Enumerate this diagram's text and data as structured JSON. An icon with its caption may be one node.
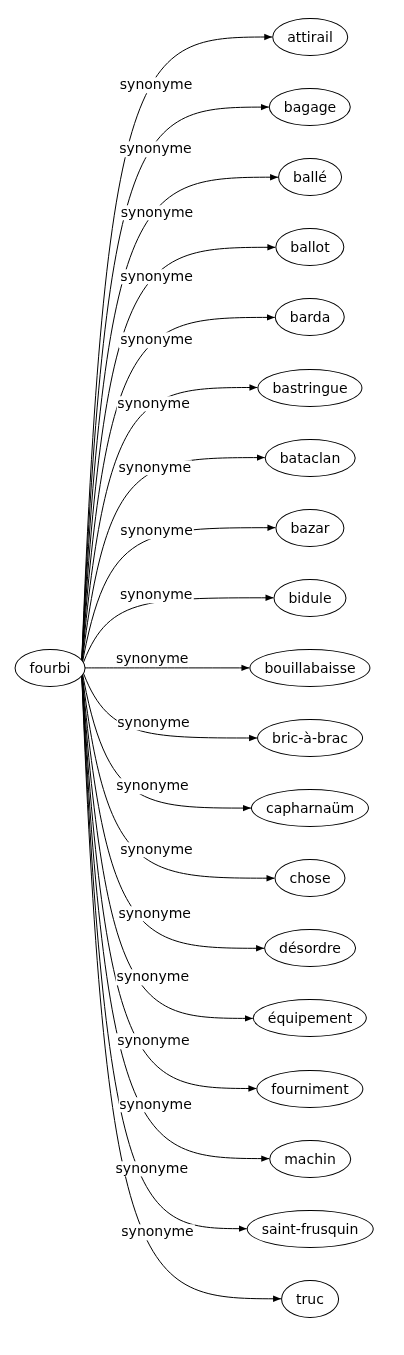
{
  "diagram": {
    "nodes": [
      {
        "text": [
          "fourbi"
        ]
      },
      {
        "text": [
          "attirail"
        ]
      },
      {
        "text": [
          "bagage"
        ]
      },
      {
        "text": [
          "ballé"
        ]
      },
      {
        "text": [
          "ballot"
        ]
      },
      {
        "text": [
          "barda"
        ]
      },
      {
        "text": [
          "bastringue"
        ]
      },
      {
        "text": [
          "bataclan"
        ]
      },
      {
        "text": [
          "bazar"
        ]
      },
      {
        "text": [
          "bidule"
        ]
      },
      {
        "text": [
          "bouillabaisse"
        ]
      },
      {
        "text": [
          "bric-à-brac"
        ]
      },
      {
        "text": [
          "capharnaüm"
        ]
      },
      {
        "text": [
          "chose"
        ]
      },
      {
        "text": [
          "désordre"
        ]
      },
      {
        "text": [
          "équipement"
        ]
      },
      {
        "text": [
          "fourniment"
        ]
      },
      {
        "text": [
          "machin"
        ]
      },
      {
        "text": [
          "saint-frusquin"
        ]
      },
      {
        "text": [
          "truc"
        ]
      }
    ],
    "edges": [
      {
        "from": 0,
        "to": 1,
        "arrow": "to",
        "label": "synonyme"
      },
      {
        "from": 0,
        "to": 2,
        "arrow": "to",
        "label": "synonyme"
      },
      {
        "from": 0,
        "to": 3,
        "arrow": "to",
        "label": "synonyme"
      },
      {
        "from": 0,
        "to": 4,
        "arrow": "to",
        "label": "synonyme"
      },
      {
        "from": 0,
        "to": 5,
        "arrow": "to",
        "label": "synonyme"
      },
      {
        "from": 0,
        "to": 6,
        "arrow": "to",
        "label": "synonyme"
      },
      {
        "from": 0,
        "to": 7,
        "arrow": "to",
        "label": "synonyme"
      },
      {
        "from": 0,
        "to": 8,
        "arrow": "to",
        "label": "synonyme"
      },
      {
        "from": 0,
        "to": 9,
        "arrow": "to",
        "label": "synonyme"
      },
      {
        "from": 0,
        "to": 10,
        "arrow": "to",
        "label": "synonyme"
      },
      {
        "from": 0,
        "to": 11,
        "arrow": "to",
        "label": "synonyme"
      },
      {
        "from": 0,
        "to": 12,
        "arrow": "to",
        "label": "synonyme"
      },
      {
        "from": 0,
        "to": 13,
        "arrow": "to",
        "label": "synonyme"
      },
      {
        "from": 0,
        "to": 14,
        "arrow": "to",
        "label": "synonyme"
      },
      {
        "from": 0,
        "to": 15,
        "arrow": "to",
        "label": "synonyme"
      },
      {
        "from": 0,
        "to": 16,
        "arrow": "to",
        "label": "synonyme"
      },
      {
        "from": 0,
        "to": 17,
        "arrow": "to",
        "label": "synonyme"
      },
      {
        "from": 0,
        "to": 18,
        "arrow": "to",
        "label": "synonyme"
      },
      {
        "from": 0,
        "to": 19,
        "arrow": "to",
        "label": "synonyme"
      }
    ]
  }
}
